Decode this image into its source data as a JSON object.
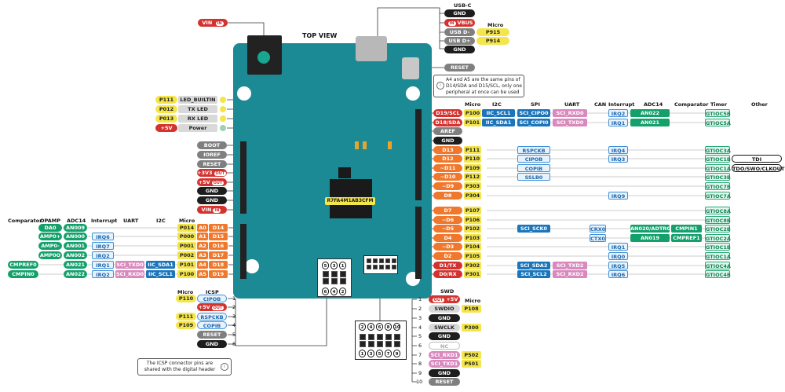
{
  "top_view": "TOP VIEW",
  "chip": "R7FA4M1AB3CFM",
  "usb": {
    "title": "USB-C",
    "micro_header": "Micro",
    "pins": [
      {
        "name": "GND",
        "color": "black",
        "micro": ""
      },
      {
        "name": "VBUS",
        "color": "red",
        "micro": "",
        "tag": "IN"
      },
      {
        "name": "USB D-",
        "color": "gray",
        "micro": "P915"
      },
      {
        "name": "USB D+",
        "color": "gray",
        "micro": "P914"
      },
      {
        "name": "GND",
        "color": "black",
        "micro": ""
      }
    ]
  },
  "reset_top": "RESET",
  "vin_top": {
    "label": "VIN",
    "tag": "IN"
  },
  "note_a4a5": "A4 and A5 are the same pins of D14/SDA and D15/SCL, only one peripheral at once can be used",
  "leds": [
    {
      "pin": "P111",
      "name": "LED_BUILTIN"
    },
    {
      "pin": "P012",
      "name": "TX LED"
    },
    {
      "pin": "P013",
      "name": "RX LED"
    },
    {
      "pin": "+5V",
      "name": "Power"
    }
  ],
  "power_header": [
    "BOOT",
    "IOREF",
    "RESET",
    "+3V3",
    "+5V",
    "GND",
    "GND",
    "VIN"
  ],
  "power_tags": [
    "",
    "",
    "",
    "OUT",
    "OUT",
    "",
    "",
    "IN"
  ],
  "analog_headers": [
    "Comparator",
    "OPAMP",
    "ADC14",
    "Interrupt",
    "UART",
    "I2C",
    "Micro"
  ],
  "analog": [
    {
      "comp": "",
      "opamp": "DA0",
      "adc": "AN009",
      "irq": "",
      "uart": "",
      "i2c": "",
      "micro": "P014",
      "a": "A0",
      "d": "D14"
    },
    {
      "comp": "",
      "opamp": "AMP0+",
      "adc": "AN000",
      "irq": "IRQ6",
      "uart": "",
      "i2c": "",
      "micro": "P000",
      "a": "A1",
      "d": "D15"
    },
    {
      "comp": "",
      "opamp": "AMP0-",
      "adc": "AN001",
      "irq": "IRQ7",
      "uart": "",
      "i2c": "",
      "micro": "P001",
      "a": "A2",
      "d": "D16"
    },
    {
      "comp": "",
      "opamp": "AMP0O",
      "adc": "AN002",
      "irq": "IRQ2",
      "uart": "",
      "i2c": "",
      "micro": "P002",
      "a": "A3",
      "d": "D17"
    },
    {
      "comp": "CMPREF0",
      "opamp": "",
      "adc": "AN021",
      "irq": "IRQ1",
      "uart": "SCI_TXD0",
      "i2c": "IIC_SDA1",
      "micro": "P101",
      "a": "A4",
      "d": "D18"
    },
    {
      "comp": "CMPIN0",
      "opamp": "",
      "adc": "AN022",
      "irq": "IRQ2",
      "uart": "SCI_RXD0",
      "i2c": "IIC_SCL1",
      "micro": "P100",
      "a": "A5",
      "d": "D19"
    }
  ],
  "digital_headers": [
    "Micro",
    "I2C",
    "SPI",
    "UART",
    "CAN",
    "Interrupt",
    "ADC14",
    "Comparator",
    "Timer",
    "Other"
  ],
  "digital": [
    {
      "pin": "D19/SCL",
      "color": "red",
      "micro": "P100",
      "i2c": "IIC_SCL1",
      "spi": "SCI_CIPO0",
      "uart": "SCI_RXD0",
      "can": "",
      "irq": "IRQ2",
      "adc": "AN022",
      "comp": "",
      "timer": "GTIOC5B",
      "other": ""
    },
    {
      "pin": "D18/SDA",
      "color": "red",
      "micro": "P101",
      "i2c": "IIC_SDA1",
      "spi": "SCI_COPI0",
      "uart": "SCI_TXD0",
      "can": "",
      "irq": "IRQ1",
      "adc": "AN021",
      "comp": "",
      "timer": "GTIOC5A",
      "other": ""
    },
    {
      "pin": "AREF",
      "color": "gray",
      "micro": "",
      "i2c": "",
      "spi": "",
      "uart": "",
      "can": "",
      "irq": "",
      "adc": "",
      "comp": "",
      "timer": "",
      "other": ""
    },
    {
      "pin": "GND",
      "color": "black",
      "micro": "",
      "i2c": "",
      "spi": "",
      "uart": "",
      "can": "",
      "irq": "",
      "adc": "",
      "comp": "",
      "timer": "",
      "other": ""
    },
    {
      "pin": "D13",
      "color": "orange",
      "micro": "P111",
      "i2c": "",
      "spi": "RSPCKB",
      "uart": "",
      "can": "",
      "irq": "IRQ4",
      "adc": "",
      "comp": "",
      "timer": "GTIOC3A",
      "other": ""
    },
    {
      "pin": "D12",
      "color": "orange",
      "micro": "P110",
      "i2c": "",
      "spi": "CIPOB",
      "uart": "",
      "can": "",
      "irq": "IRQ3",
      "adc": "",
      "comp": "",
      "timer": "GTIOC1B",
      "other": "TDI"
    },
    {
      "pin": "~D11",
      "color": "orange",
      "micro": "P109",
      "i2c": "",
      "spi": "COPIB",
      "uart": "",
      "can": "",
      "irq": "",
      "adc": "",
      "comp": "",
      "timer": "GTIOC1A",
      "other": "TDO/SWO/CLKOUT"
    },
    {
      "pin": "~D10",
      "color": "orange",
      "micro": "P112",
      "i2c": "",
      "spi": "SSLB0",
      "uart": "",
      "can": "",
      "irq": "",
      "adc": "",
      "comp": "",
      "timer": "GTIOC3B",
      "other": ""
    },
    {
      "pin": "~D9",
      "color": "orange",
      "micro": "P303",
      "i2c": "",
      "spi": "",
      "uart": "",
      "can": "",
      "irq": "",
      "adc": "",
      "comp": "",
      "timer": "GTIOC7B",
      "other": ""
    },
    {
      "pin": "D8",
      "color": "orange",
      "micro": "P304",
      "i2c": "",
      "spi": "",
      "uart": "",
      "can": "",
      "irq": "IRQ9",
      "adc": "",
      "comp": "",
      "timer": "GTIOC7A",
      "other": ""
    },
    {
      "pin": "D7",
      "color": "orange",
      "micro": "P107",
      "i2c": "",
      "spi": "",
      "uart": "",
      "can": "",
      "irq": "",
      "adc": "",
      "comp": "",
      "timer": "GTIOC8A",
      "other": ""
    },
    {
      "pin": "~D6",
      "color": "orange",
      "micro": "P106",
      "i2c": "",
      "spi": "",
      "uart": "",
      "can": "",
      "irq": "",
      "adc": "",
      "comp": "",
      "timer": "GTIOC8B",
      "other": ""
    },
    {
      "pin": "~D5",
      "color": "orange",
      "micro": "P102",
      "i2c": "",
      "spi": "SCI_SCK0",
      "uart": "",
      "can": "CRX0",
      "irq": "",
      "adc": "AN020/ADTRG0",
      "comp": "CMPIN1",
      "timer": "GTIOC2B",
      "other": ""
    },
    {
      "pin": "D4",
      "color": "orange",
      "micro": "P103",
      "i2c": "",
      "spi": "",
      "uart": "",
      "can": "CTX0",
      "irq": "",
      "adc": "AN019",
      "comp": "CMPREF1",
      "timer": "GTIOC2A",
      "other": ""
    },
    {
      "pin": "~D3",
      "color": "orange",
      "micro": "P104",
      "i2c": "",
      "spi": "",
      "uart": "",
      "can": "",
      "irq": "IRQ1",
      "adc": "",
      "comp": "",
      "timer": "GTIOC1B",
      "other": ""
    },
    {
      "pin": "D2",
      "color": "orange",
      "micro": "P105",
      "i2c": "",
      "spi": "",
      "uart": "",
      "can": "",
      "irq": "IRQ0",
      "adc": "",
      "comp": "",
      "timer": "GTIOC1A",
      "other": ""
    },
    {
      "pin": "D1/TX",
      "color": "red",
      "micro": "P302",
      "i2c": "",
      "spi": "SCI_SDA2",
      "uart": "SCI_TXD2",
      "can": "",
      "irq": "IRQ5",
      "adc": "",
      "comp": "",
      "timer": "GTIOC4A",
      "other": ""
    },
    {
      "pin": "D0/RX",
      "color": "red",
      "micro": "P301",
      "i2c": "",
      "spi": "SCI_SCL2",
      "uart": "SCI_RXD2",
      "can": "",
      "irq": "IRQ6",
      "adc": "",
      "comp": "",
      "timer": "GTIOC4B",
      "other": ""
    }
  ],
  "icsp": {
    "headers": [
      "Micro",
      "ICSP"
    ],
    "pins": [
      {
        "micro": "P110",
        "name": "CIPOB",
        "color": "lblue",
        "num": "1"
      },
      {
        "micro": "",
        "name": "+5V",
        "color": "red",
        "num": "2",
        "tag": "OUT"
      },
      {
        "micro": "P111",
        "name": "RSPCKB",
        "color": "lblue",
        "num": "3"
      },
      {
        "micro": "P109",
        "name": "COPIB",
        "color": "lblue",
        "num": "4"
      },
      {
        "micro": "",
        "name": "RESET",
        "color": "gray",
        "num": "5"
      },
      {
        "micro": "",
        "name": "GND",
        "color": "black",
        "num": "6"
      }
    ],
    "note": "The ICSP connector pins are shared with the digital header"
  },
  "swd": {
    "headers": [
      "SWD",
      "Micro"
    ],
    "pins": [
      {
        "num": "1",
        "name": "+5V",
        "color": "red",
        "micro": "",
        "tag": "OUT"
      },
      {
        "num": "2",
        "name": "SWDIO",
        "color": "lightgray",
        "micro": "P108"
      },
      {
        "num": "3",
        "name": "GND",
        "color": "black",
        "micro": ""
      },
      {
        "num": "4",
        "name": "SWCLK",
        "color": "lightgray",
        "micro": "P300"
      },
      {
        "num": "5",
        "name": "GND",
        "color": "black",
        "micro": ""
      },
      {
        "num": "6",
        "name": "NC",
        "color": "whitegray",
        "micro": ""
      },
      {
        "num": "7",
        "name": "SCI_RXD1",
        "color": "pink",
        "micro": "P502"
      },
      {
        "num": "8",
        "name": "SCI_TXD1",
        "color": "pink",
        "micro": "P501"
      },
      {
        "num": "9",
        "name": "GND",
        "color": "black",
        "micro": ""
      },
      {
        "num": "10",
        "name": "RESET",
        "color": "gray",
        "micro": ""
      }
    ],
    "conn_top": [
      "2",
      "4",
      "6",
      "8",
      "10"
    ],
    "conn_bottom": [
      "1",
      "3",
      "5",
      "7",
      "9"
    ]
  },
  "icsp_conn": {
    "top": [
      "5",
      "3",
      "1"
    ],
    "bottom": [
      "6",
      "4",
      "2"
    ]
  }
}
